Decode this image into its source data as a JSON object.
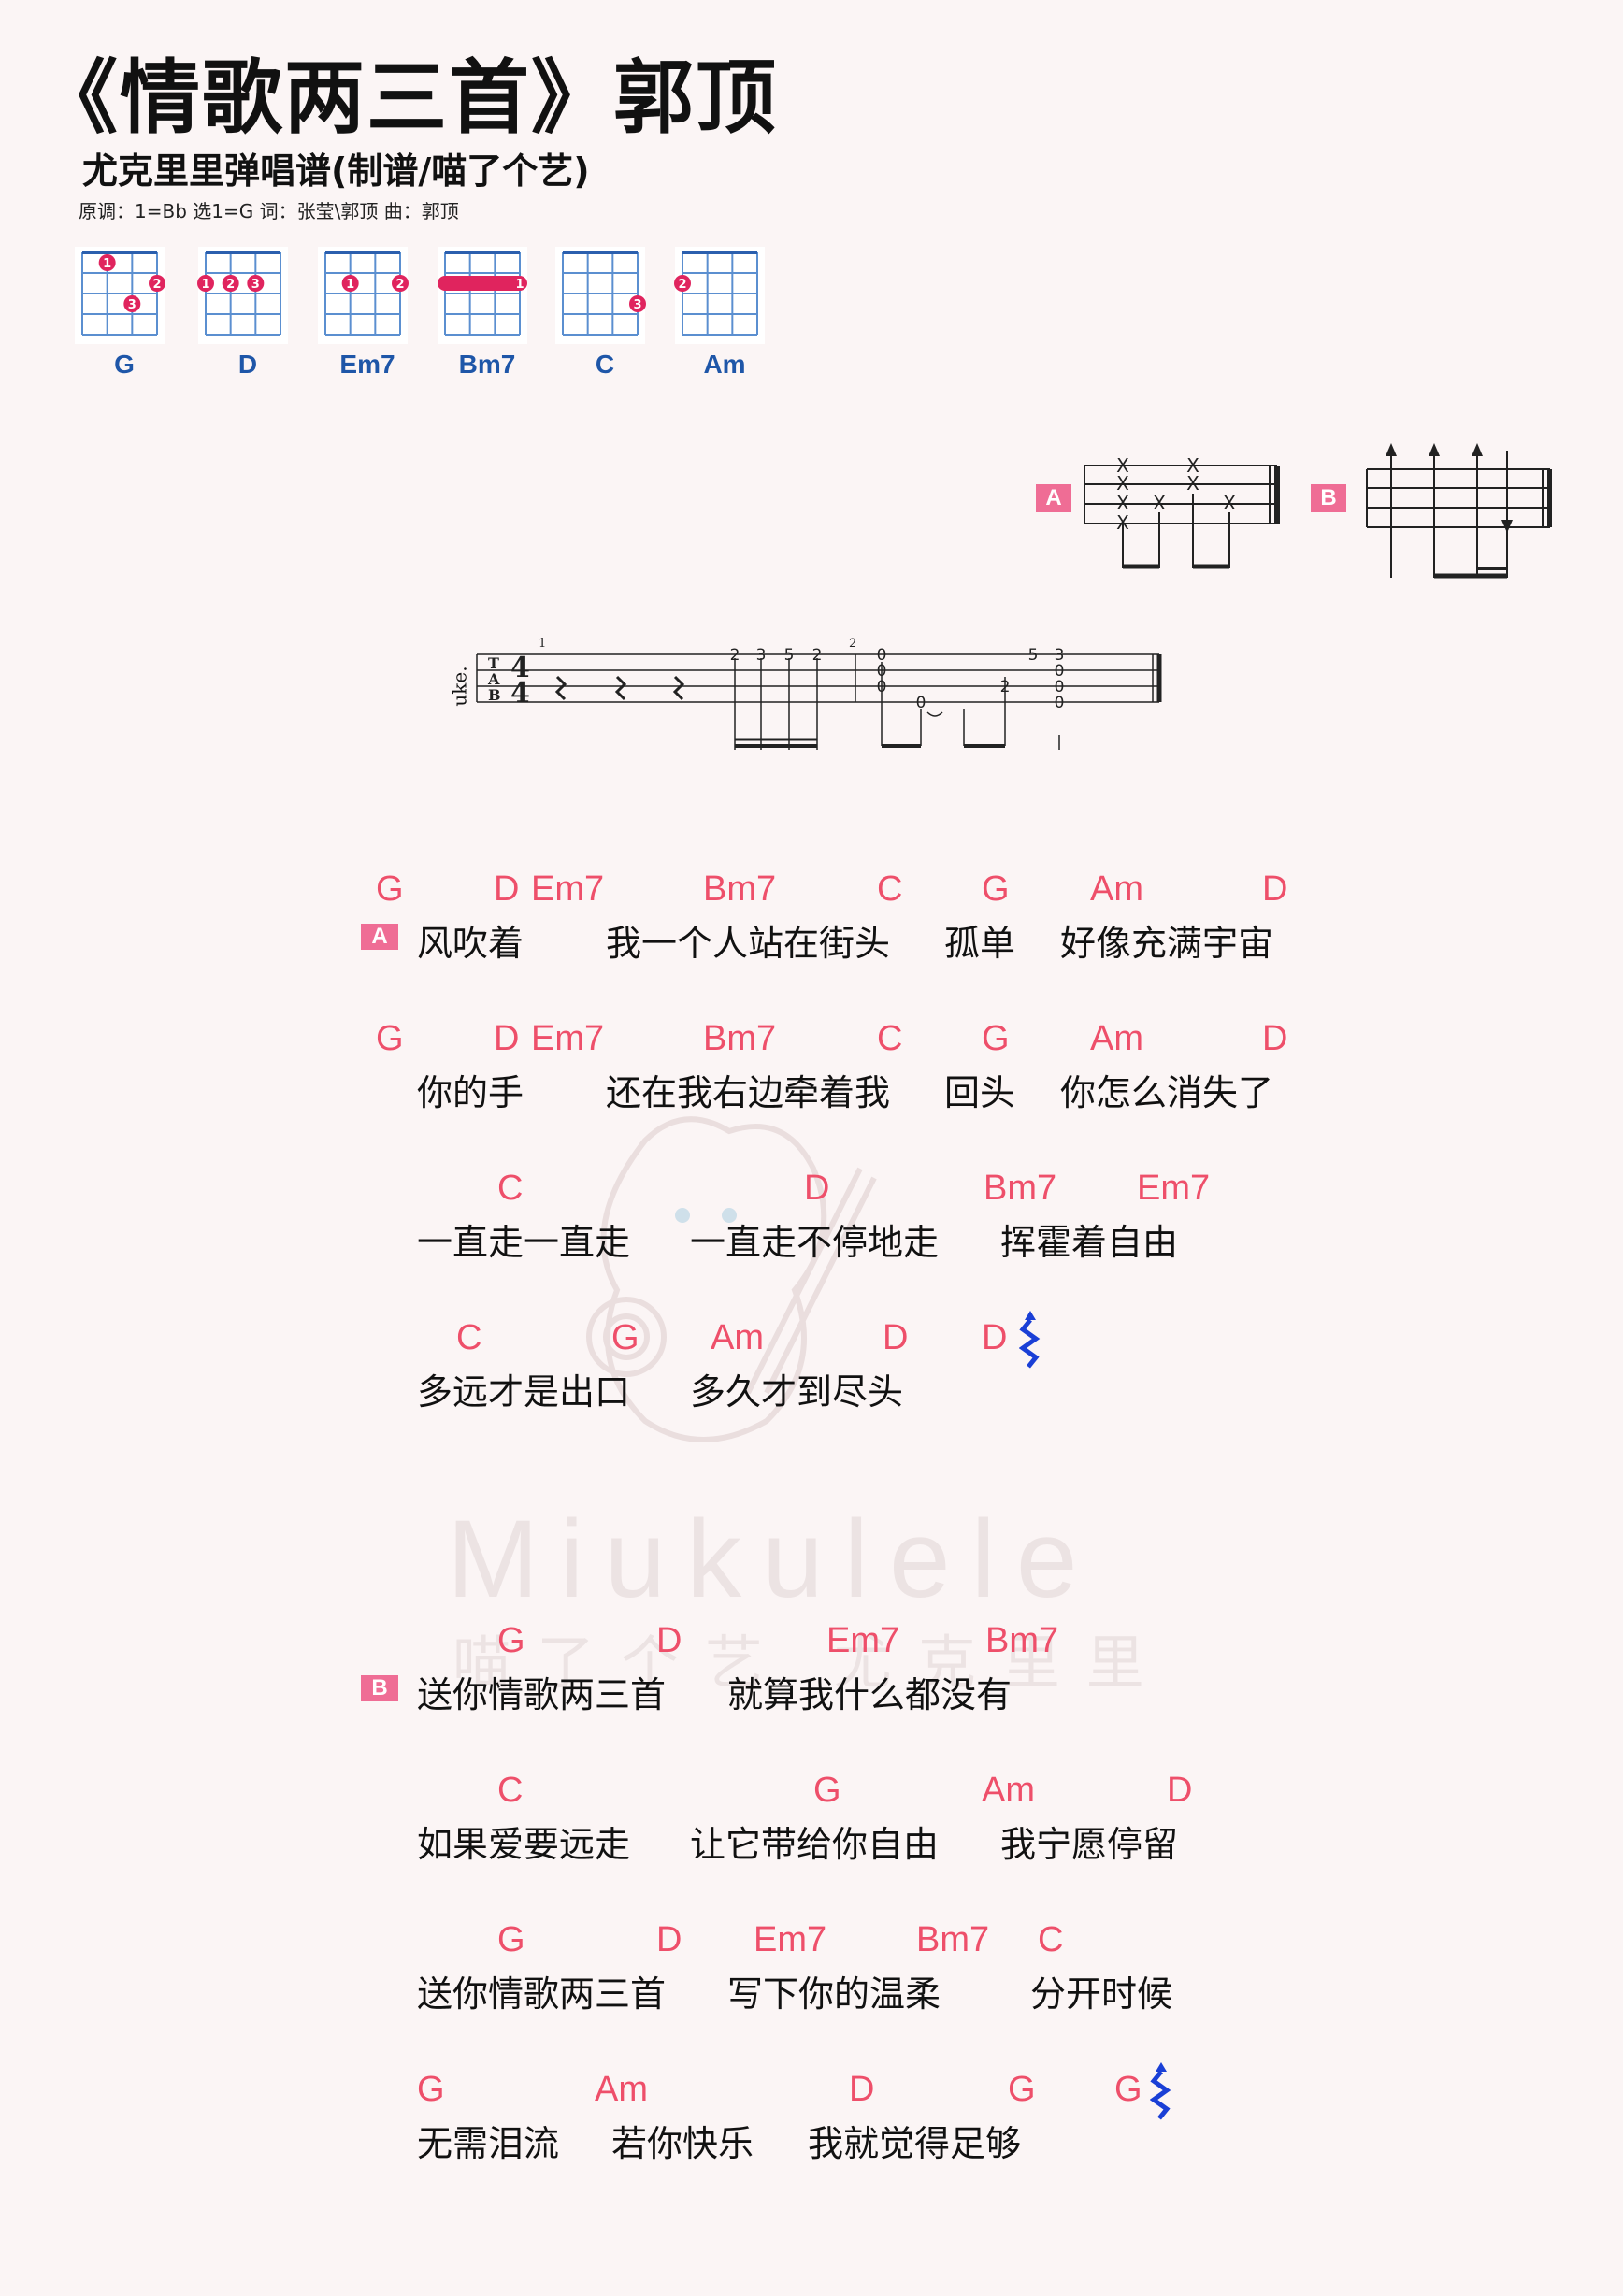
{
  "title": "《情歌两三首》郭顶",
  "subtitle": "尤克里里弹唱谱(制谱/喵了个艺)",
  "meta": "原调：1=Bb 选1=G   词：张莹\\郭顶   曲：郭顶",
  "chord_diagrams": [
    {
      "name": "G",
      "dots": [
        [
          1,
          1,
          "1"
        ],
        [
          2,
          3,
          "3"
        ],
        [
          3,
          2,
          "2"
        ]
      ]
    },
    {
      "name": "D",
      "dots": [
        [
          0,
          2,
          "1"
        ],
        [
          1,
          2,
          "2"
        ],
        [
          2,
          2,
          "3"
        ]
      ]
    },
    {
      "name": "Em7",
      "dots": [
        [
          1,
          2,
          "1"
        ],
        [
          3,
          2,
          "2"
        ]
      ]
    },
    {
      "name": "Bm7",
      "barre": {
        "fret": 2,
        "label": "1"
      }
    },
    {
      "name": "C",
      "dots": [
        [
          3,
          3,
          "3"
        ]
      ]
    },
    {
      "name": "Am",
      "dots": [
        [
          0,
          2,
          "2"
        ]
      ]
    }
  ],
  "strum_patterns": {
    "a_label": "A",
    "b_label": "B"
  },
  "tab": {
    "instrument": "uke.",
    "clef": "T A B",
    "time": "4 4",
    "measure_1": "1",
    "measure_2": "2",
    "m1_notes": [
      "2",
      "3",
      "5",
      "2"
    ],
    "m2_top": [
      "0",
      "5",
      "3"
    ],
    "m2_mid": [
      "0",
      "0"
    ],
    "m2_low": [
      "0",
      "2",
      "0"
    ]
  },
  "sections": [
    {
      "label": "A",
      "lines": [
        {
          "chords": [
            "G",
            "D",
            "Em7",
            "Bm7",
            "C",
            "G",
            "Am",
            "D"
          ],
          "lyrics": [
            "风吹着",
            "我一个人站在街头",
            "孤单",
            "好像充满宇宙"
          ]
        },
        {
          "chords": [
            "G",
            "D",
            "Em7",
            "Bm7",
            "C",
            "G",
            "Am",
            "D"
          ],
          "lyrics": [
            "你的手",
            "还在我右边牵着我",
            "回头",
            "你怎么消失了"
          ]
        },
        {
          "chords": [
            "C",
            "D",
            "Bm7",
            "Em7"
          ],
          "lyrics": [
            "一直走一直走",
            "一直走不停地走",
            "挥霍着自由"
          ]
        },
        {
          "chords": [
            "C",
            "G",
            "Am",
            "D",
            "D"
          ],
          "lyrics": [
            "多远才是出口",
            "多久才到尽头"
          ]
        }
      ]
    },
    {
      "label": "B",
      "lines": [
        {
          "chords": [
            "G",
            "D",
            "Em7",
            "Bm7"
          ],
          "lyrics": [
            "送你情歌两三首",
            "就算我什么都没有"
          ]
        },
        {
          "chords": [
            "C",
            "G",
            "Am",
            "D"
          ],
          "lyrics": [
            "如果爱要远走",
            "让它带给你自由",
            "我宁愿停留"
          ]
        },
        {
          "chords": [
            "G",
            "D",
            "Em7",
            "Bm7",
            "C"
          ],
          "lyrics": [
            "送你情歌两三首",
            "写下你的温柔",
            "分开时候"
          ]
        },
        {
          "chords": [
            "G",
            "Am",
            "D",
            "G",
            "G"
          ],
          "lyrics": [
            "无需泪流",
            "若你快乐",
            "我就觉得足够"
          ]
        }
      ]
    }
  ],
  "watermark": {
    "brand": "Miukulele",
    "cn": "喵了个艺 尤克里里"
  }
}
